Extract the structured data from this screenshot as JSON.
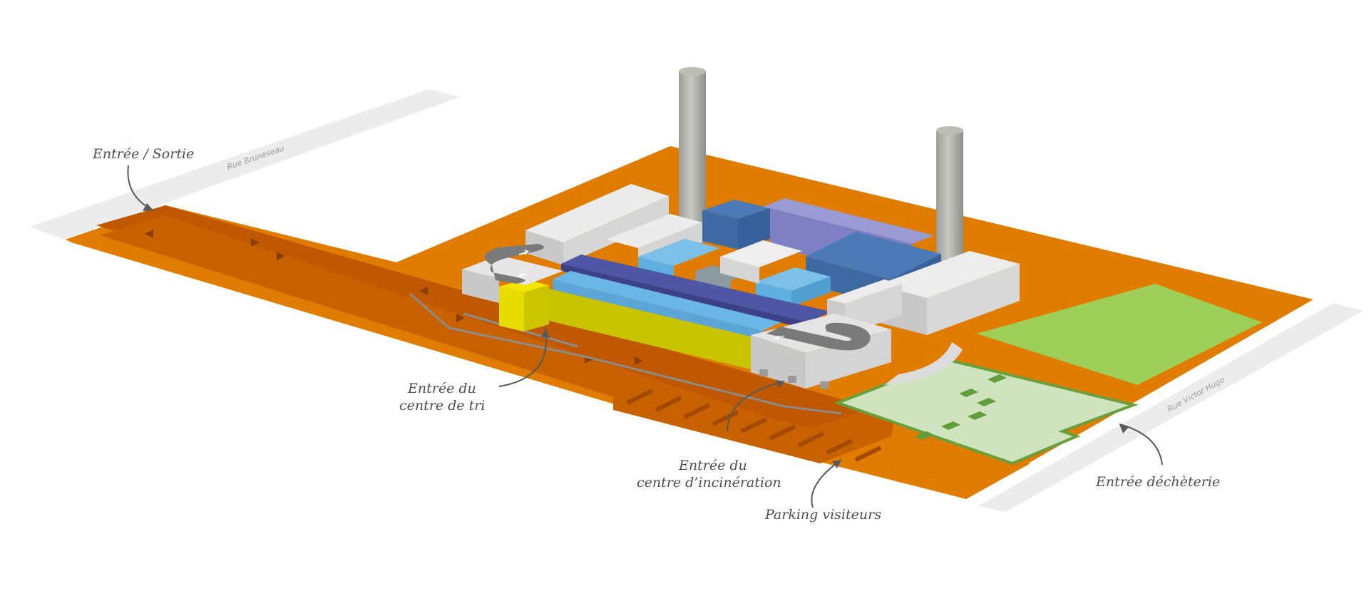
{
  "streets": {
    "north": "Rue Bruneseau",
    "east": "Rue Victor Hugo"
  },
  "labels": {
    "entry_exit": "Entrée / Sortie",
    "sorting_line1": "Entrée du",
    "sorting_line2": "centre de tri",
    "incineration_line1": "Entrée du",
    "incineration_line2": "centre d’incinération",
    "parking": "Parking visiteurs",
    "waste_center": "Entrée déchèterie"
  },
  "colors": {
    "site": "#e07c00",
    "road": "#c05800",
    "street": "#ececec",
    "building": "#dcdcdc",
    "dark_blue": "#3e6aa4",
    "violet": "#7f7fc4",
    "light_blue": "#5fb0e0",
    "navy": "#4e56a5",
    "yellow": "#c8c400",
    "green_field": "#9ecf58",
    "pale_green": "#cfe3bf",
    "chimney": "#b0b0ab",
    "annotation": "#5a5a5a"
  },
  "icons": [
    "arrow-icon",
    "chimney-icon",
    "ramp-icon"
  ]
}
